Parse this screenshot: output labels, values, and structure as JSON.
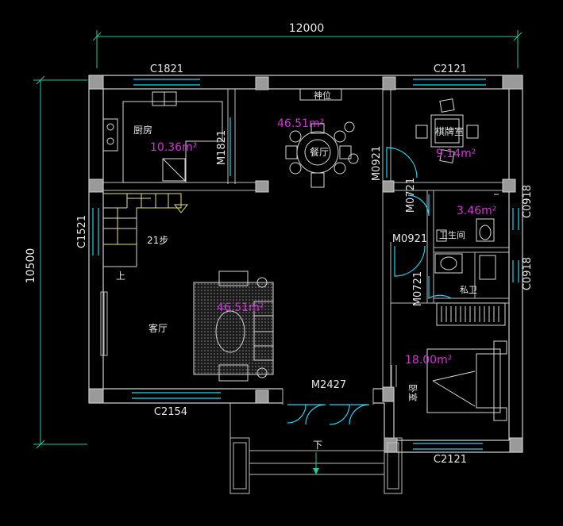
{
  "dimensions": {
    "overall_width": "12000",
    "overall_depth": "10500"
  },
  "windows": {
    "kitchen_top": "C1821",
    "mahjong_top": "C2121",
    "stair_side": "C1521",
    "living_bottom": "C2154",
    "bedroom_bottom": "C2121",
    "bath1_right": "C0918",
    "bath2_right": "C0918"
  },
  "doors": {
    "kitchen_door": "M1821",
    "mahjong_door": "M0921",
    "bath_door_left": "M0721",
    "bath_door_top": "M0921",
    "private_bath_door": "M0721",
    "main_entrance": "M2427"
  },
  "rooms": {
    "kitchen": {
      "name": "厨房",
      "area": "10.36m²"
    },
    "dining": {
      "name": "餐厅",
      "area": "46.51m²"
    },
    "shrine": {
      "name": "神位"
    },
    "mahjong": {
      "name": "棋牌室",
      "area": "9.14m²"
    },
    "bathroom": {
      "name": "卫生间",
      "area": "3.46m²"
    },
    "private_bath": {
      "name": "私卫"
    },
    "living": {
      "name": "客厅",
      "area": "46.51m²"
    },
    "bedroom": {
      "name": "卧室",
      "area": "18.00m²"
    }
  },
  "stairs": {
    "steps": "21步",
    "up": "上",
    "down": "下"
  }
}
